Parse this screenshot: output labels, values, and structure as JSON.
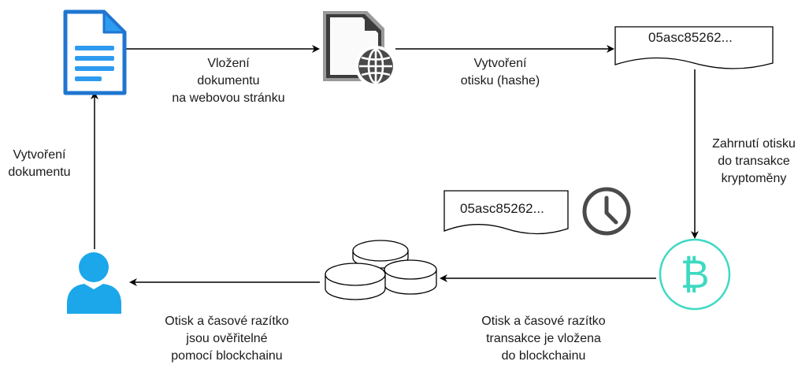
{
  "nodes": {
    "document_icon": "document-icon",
    "web_page_icon": "globe-page-icon",
    "hash_box": {
      "text": "05asc85262..."
    },
    "bitcoin_icon": "bitcoin-icon",
    "timestamp_hash": {
      "text": "05asc85262..."
    },
    "clock_icon": "clock-icon",
    "blockchain_icon": "database-disks-icon",
    "user_icon": "user-icon"
  },
  "edges": {
    "upload": {
      "lines": [
        "Vložení",
        "dokumentu",
        "na webovou stránku"
      ]
    },
    "create_hash": {
      "lines": [
        "Vytvoření",
        "otisku (hashe)"
      ]
    },
    "include_tx": {
      "lines": [
        "Zahrnutí otisku",
        "do transakce",
        "kryptoměny"
      ]
    },
    "insert_blockchain": {
      "lines": [
        "Otisk a časové razítko",
        "transakce je vložena",
        "do blockchainu"
      ]
    },
    "verify": {
      "lines": [
        "Otisk a časové razítko",
        "jsou ověřitelné",
        "pomocí blockchainu"
      ]
    },
    "create_doc": {
      "lines": [
        "Vytvoření",
        "dokumentu"
      ]
    }
  },
  "colors": {
    "doc_blue": "#1f76d0",
    "doc_light": "#2e9bf0",
    "user_blue": "#1ba7ea",
    "bitcoin_teal": "#3ed9c2",
    "dark_gray": "#4a4a4a",
    "arrow": "#000000"
  }
}
